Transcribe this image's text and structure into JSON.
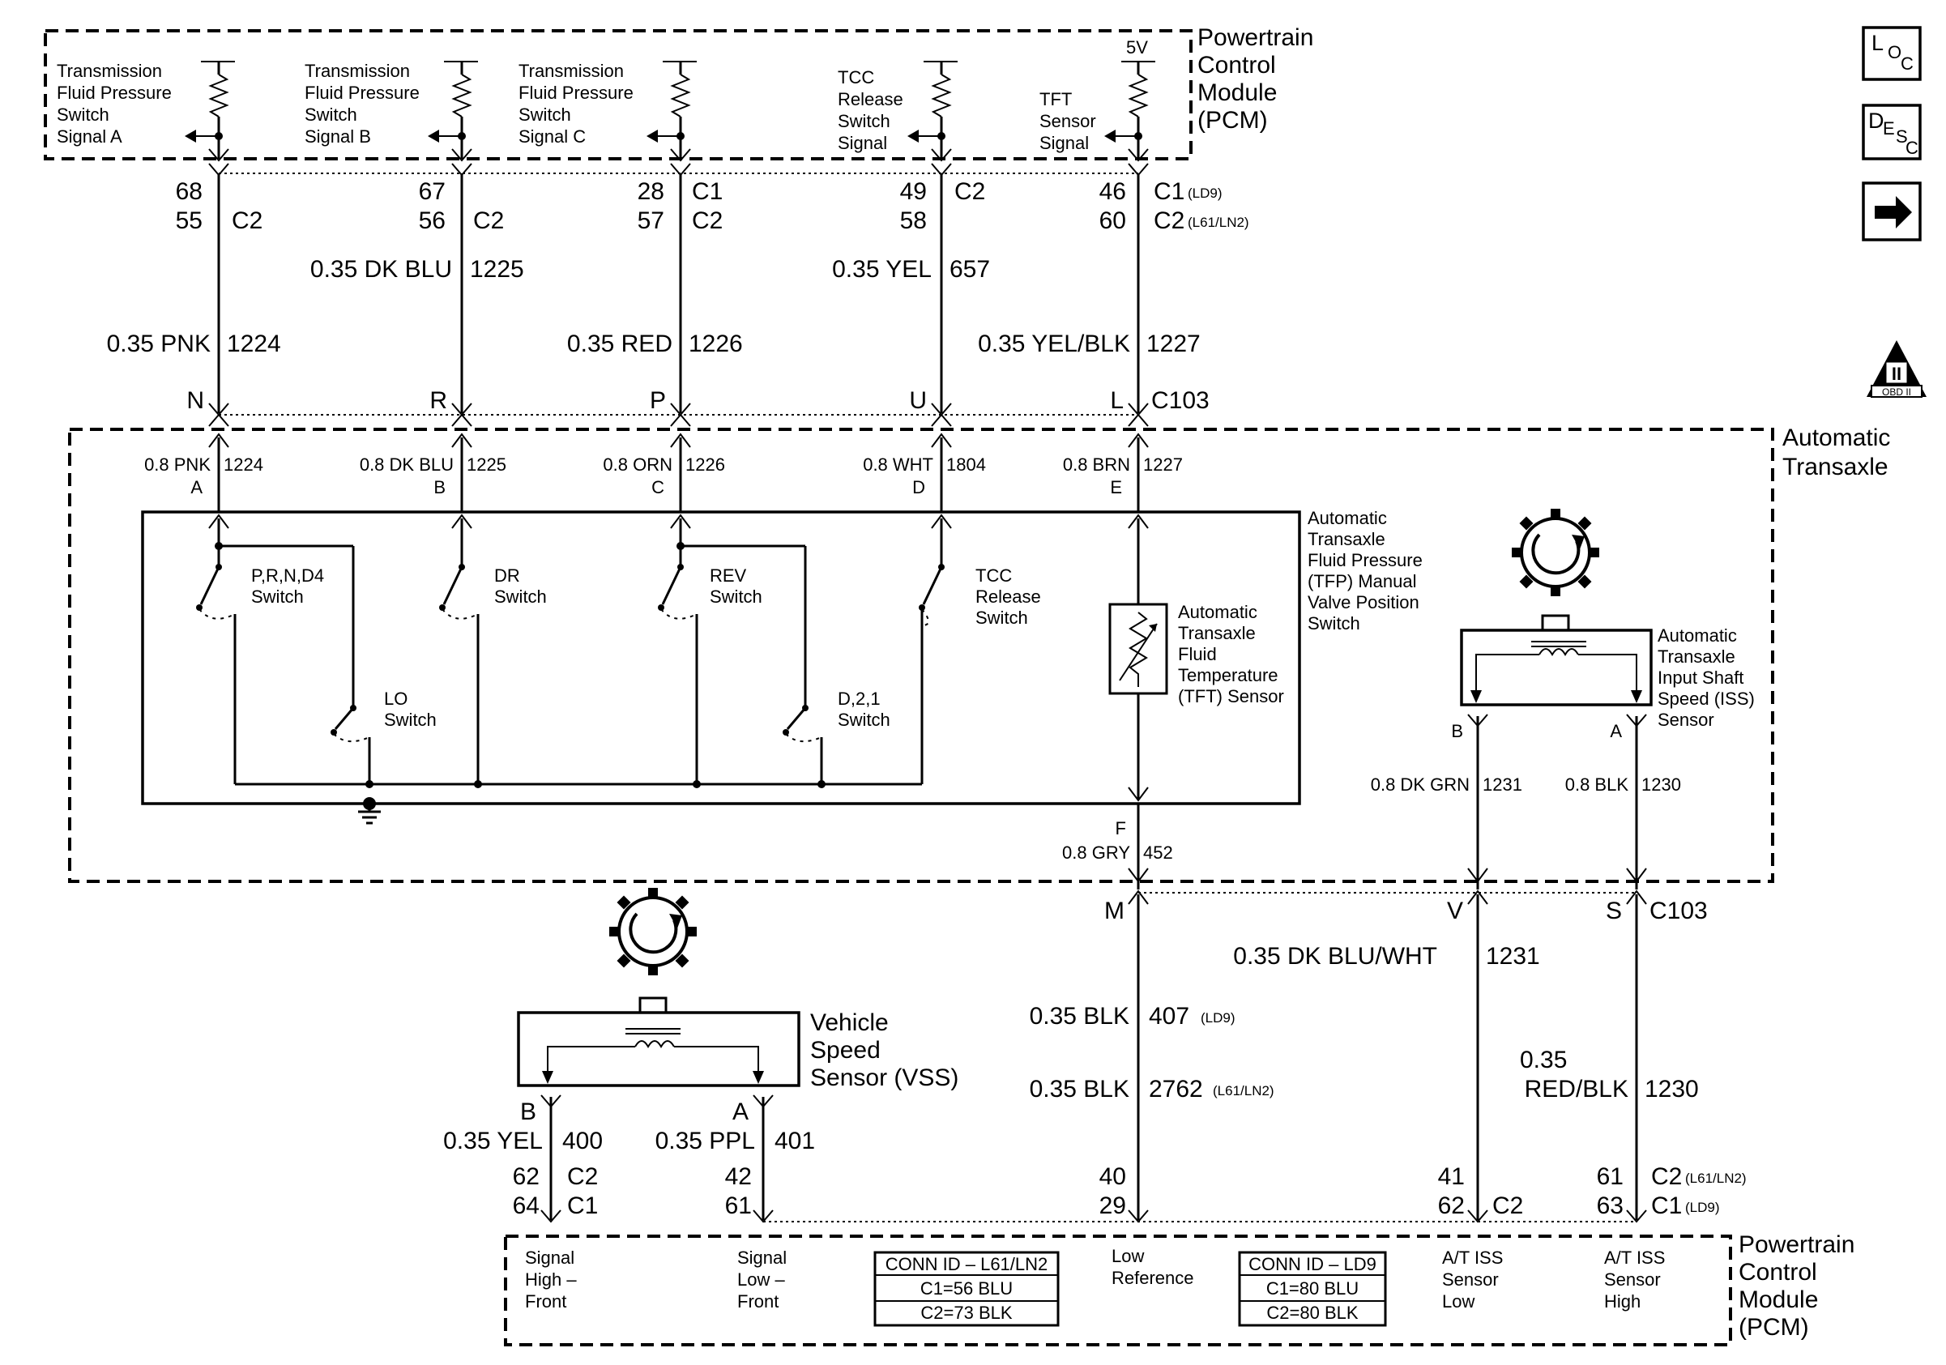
{
  "modules": {
    "pcm_top": [
      "Powertrain",
      "Control",
      "Module",
      "(PCM)"
    ],
    "transaxle": [
      "Automatic",
      "Transaxle"
    ],
    "pcm_bottom": [
      "Powertrain",
      "Control",
      "Module",
      "(PCM)"
    ]
  },
  "pcm_top_signals": {
    "sig_a": [
      "Transmission",
      "Fluid Pressure",
      "Switch",
      "Signal A"
    ],
    "sig_b": [
      "Transmission",
      "Fluid Pressure",
      "Switch",
      "Signal B"
    ],
    "sig_c": [
      "Transmission",
      "Fluid Pressure",
      "Switch",
      "Signal C"
    ],
    "tcc": [
      "TCC",
      "Release",
      "Switch",
      "Signal"
    ],
    "tft": [
      "TFT",
      "Sensor",
      "Signal"
    ],
    "ref_5v": "5V"
  },
  "pcm_top_pins": {
    "col1": {
      "row1": "68",
      "row2": "55",
      "conn2": "C2"
    },
    "col2": {
      "row1": "67",
      "row2": "56",
      "conn2": "C2"
    },
    "col3": {
      "row1": "28",
      "conn1": "C1",
      "row2": "57",
      "conn2": "C2"
    },
    "col4": {
      "row1": "49",
      "conn1": "C2",
      "row2": "58"
    },
    "col5": {
      "row1": "46",
      "conn1": "C1",
      "var1": "(LD9)",
      "row2": "60",
      "conn2": "C2",
      "var2": "(L61/LN2)"
    }
  },
  "upper_wires": {
    "w1": {
      "gauge": "0.35 PNK",
      "circuit": "1224"
    },
    "w2": {
      "gauge": "0.35 DK BLU",
      "circuit": "1225"
    },
    "w3": {
      "gauge": "0.35 RED",
      "circuit": "1226"
    },
    "w4": {
      "gauge": "0.35 YEL",
      "circuit": "657"
    },
    "w5": {
      "gauge": "0.35 YEL/BLK",
      "circuit": "1227"
    }
  },
  "c103_top": {
    "pins": [
      "N",
      "R",
      "P",
      "U",
      "L"
    ],
    "name": "C103"
  },
  "transaxle_wires": {
    "w1": {
      "gauge": "0.8 PNK",
      "circuit": "1224",
      "pin": "A"
    },
    "w2": {
      "gauge": "0.8 DK BLU",
      "circuit": "1225",
      "pin": "B"
    },
    "w3": {
      "gauge": "0.8 ORN",
      "circuit": "1226",
      "pin": "C"
    },
    "w4": {
      "gauge": "0.8 WHT",
      "circuit": "1804",
      "pin": "D"
    },
    "w5": {
      "gauge": "0.8 BRN",
      "circuit": "1227",
      "pin": "E"
    },
    "ground": {
      "pin": "F",
      "gauge": "0.8 GRY",
      "circuit": "452"
    }
  },
  "tfp_switch_label": [
    "Automatic",
    "Transaxle",
    "Fluid Pressure",
    "(TFP) Manual",
    "Valve Position",
    "Switch"
  ],
  "switches": {
    "prnd4": [
      "P,R,N,D4",
      "Switch"
    ],
    "dr": [
      "DR",
      "Switch"
    ],
    "rev": [
      "REV",
      "Switch"
    ],
    "tcc": [
      "TCC",
      "Release",
      "Switch"
    ],
    "lo": [
      "LO",
      "Switch"
    ],
    "d21": [
      "D,2,1",
      "Switch"
    ]
  },
  "tft_sensor": [
    "Automatic",
    "Transaxle",
    "Fluid",
    "Temperature",
    "(TFT) Sensor"
  ],
  "iss_sensor": {
    "label": [
      "Automatic",
      "Transaxle",
      "Input Shaft",
      "Speed (ISS)",
      "Sensor"
    ],
    "pin_b": "B",
    "pin_a": "A",
    "wire_b": {
      "gauge": "0.8 DK GRN",
      "circuit": "1231"
    },
    "wire_a": {
      "gauge": "0.8 BLK",
      "circuit": "1230"
    }
  },
  "c103_bottom": {
    "pins": [
      "M",
      "V",
      "S"
    ],
    "name": "C103"
  },
  "lower_wires": {
    "m1": {
      "gauge": "0.35 BLK",
      "circuit": "407",
      "variant": "(LD9)"
    },
    "m2": {
      "gauge": "0.35 BLK",
      "circuit": "2762",
      "variant": "(L61/LN2)"
    },
    "v": {
      "gauge": "0.35 DK BLU/WHT",
      "circuit": "1231"
    },
    "s": {
      "gauge1": "0.35",
      "gauge2": "RED/BLK",
      "circuit": "1230"
    }
  },
  "vss": {
    "label": [
      "Vehicle",
      "Speed",
      "Sensor (VSS)"
    ],
    "pin_b": "B",
    "pin_a": "A",
    "wire_b": {
      "gauge": "0.35 YEL",
      "circuit": "400"
    },
    "wire_a": {
      "gauge": "0.35 PPL",
      "circuit": "401"
    }
  },
  "pcm_bottom_pins": {
    "b": {
      "row1": "62",
      "conn1": "C2",
      "row2": "64",
      "conn2": "C1"
    },
    "a": {
      "row1": "42",
      "row2": "61"
    },
    "m": {
      "row1": "40",
      "row2": "29"
    },
    "v": {
      "row1": "41",
      "row2": "62",
      "conn2": "C2"
    },
    "s": {
      "row1": "61",
      "conn1": "C2",
      "var1": "(L61/LN2)",
      "row2": "63",
      "conn2": "C1",
      "var2": "(LD9)"
    }
  },
  "pcm_bottom_signals": {
    "high": [
      "Signal",
      "High –",
      "Front"
    ],
    "low": [
      "Signal",
      "Low –",
      "Front"
    ],
    "lowref": [
      "Low",
      "Reference"
    ],
    "iss_low": [
      "A/T ISS",
      "Sensor",
      "Low"
    ],
    "iss_high": [
      "A/T ISS",
      "Sensor",
      "High"
    ]
  },
  "conn_ids": {
    "l61": {
      "title": "CONN ID – L61/LN2",
      "l1": "C1=56 BLU",
      "l2": "C2=73 BLK"
    },
    "ld9": {
      "title": "CONN ID – LD9",
      "l1": "C1=80 BLU",
      "l2": "C2=80 BLK"
    }
  },
  "icons": {
    "loc": {
      "l": "L",
      "o": "O",
      "c": "C"
    },
    "desc": {
      "d": "D",
      "e": "E",
      "s": "S",
      "c": "C"
    },
    "obd": {
      "numeral": "II",
      "caption": "OBD II"
    }
  }
}
